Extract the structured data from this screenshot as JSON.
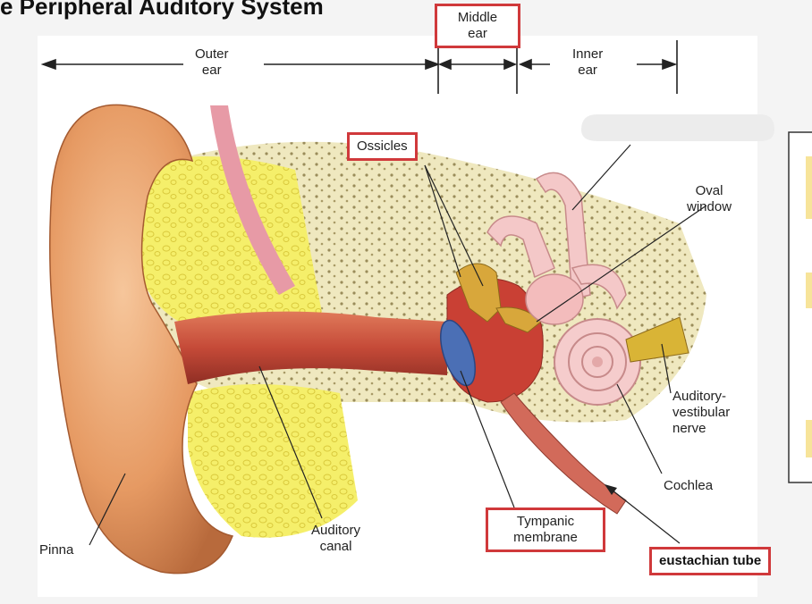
{
  "title": "e Peripheral Auditory System",
  "regions": {
    "outer": [
      "Outer",
      "ear"
    ],
    "middle": [
      "Middle",
      "ear"
    ],
    "inner": [
      "Inner",
      "ear"
    ]
  },
  "labels": {
    "ossicles": "Ossicles",
    "oval_window": [
      "Oval",
      "window"
    ],
    "auditory_vestibular_nerve": [
      "Auditory-",
      "vestibular",
      "nerve"
    ],
    "cochlea": "Cochlea",
    "pinna": "Pinna",
    "auditory_canal": [
      "Auditory",
      "canal"
    ],
    "tympanic_membrane": [
      "Tympanic",
      "membrane"
    ],
    "eustachian_tube": "eustachian tube"
  },
  "colors": {
    "highlight_box": "#d0393b",
    "skin": "#e8a06a",
    "bone": "#efe7b8",
    "canal": "#c84a3c",
    "labyrinth": "#f4c8c8"
  }
}
